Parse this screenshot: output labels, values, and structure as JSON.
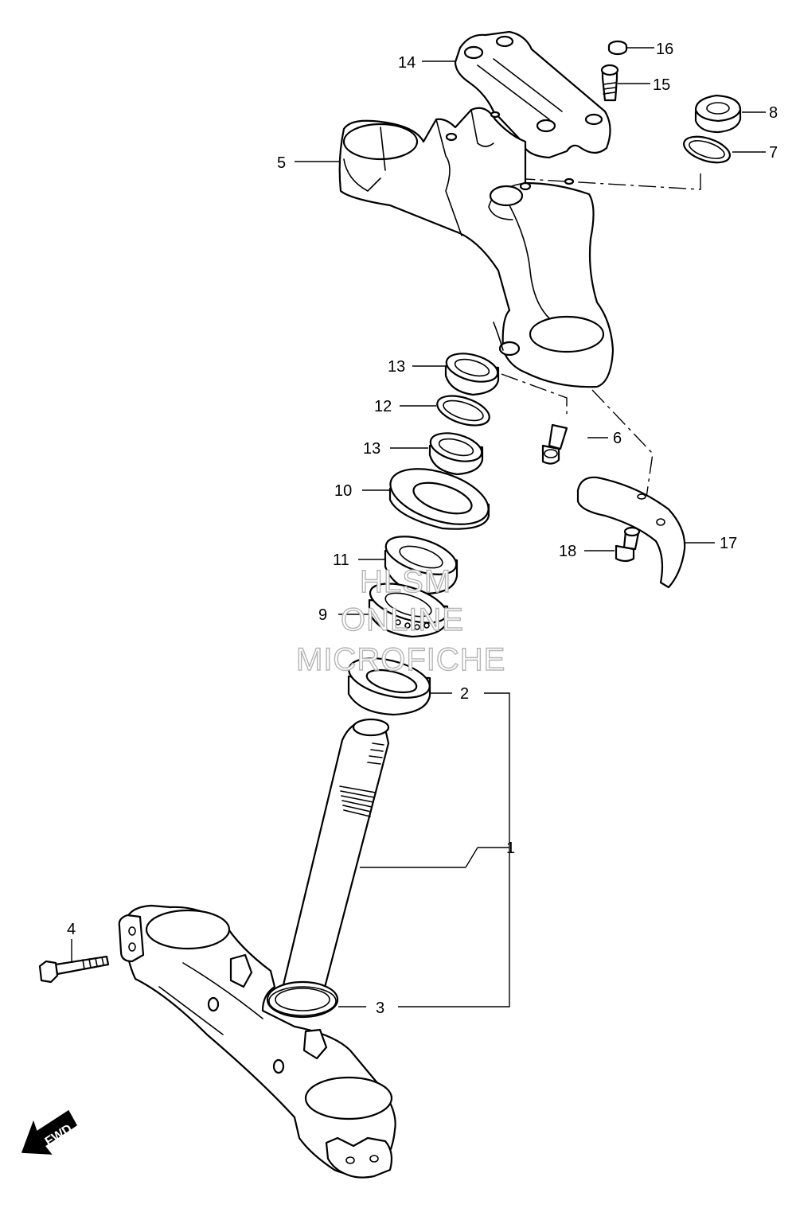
{
  "labels": {
    "p1": "1",
    "p2": "2",
    "p3": "3",
    "p4": "4",
    "p5": "5",
    "p6": "6",
    "p7": "7",
    "p8": "8",
    "p9": "9",
    "p10": "10",
    "p11": "11",
    "p12": "12",
    "p13a": "13",
    "p13b": "13",
    "p14": "14",
    "p15": "15",
    "p16": "16",
    "p17": "17",
    "p18": "18"
  },
  "watermark": {
    "line1": "HLSM",
    "line2": "ONLINE",
    "line3": "MICROFICHE"
  },
  "fwd_label": "FWD",
  "colors": {
    "line": "#000000",
    "watermark": "#b5b5b5",
    "background": "#ffffff"
  }
}
